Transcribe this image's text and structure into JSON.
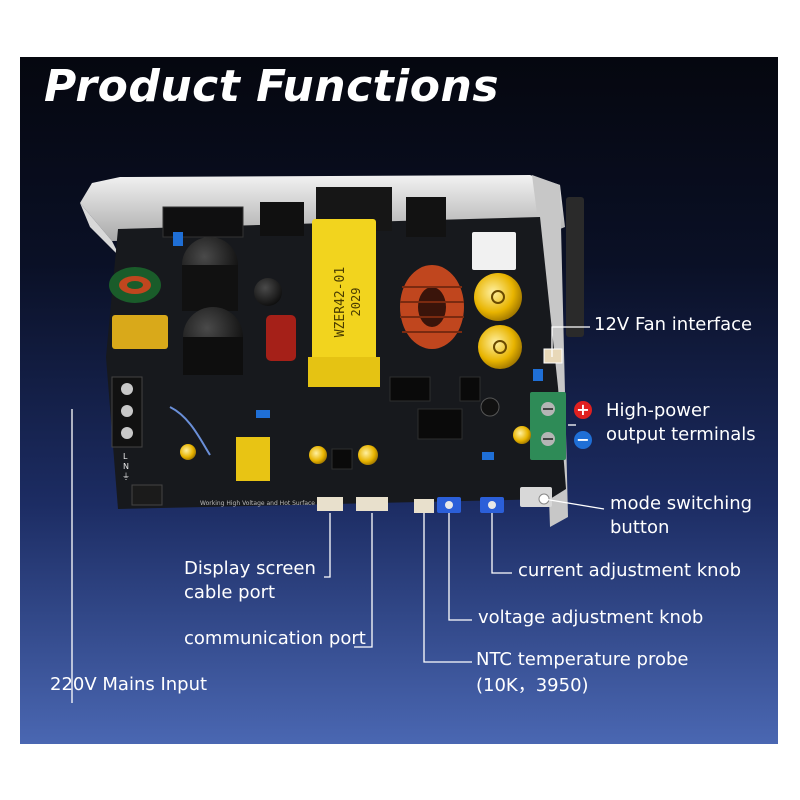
{
  "title": "Product Functions",
  "labels": {
    "fan": "12V Fan interface",
    "output_line1": "High-power",
    "output_line2": "output terminals",
    "plus_sign": "+",
    "minus_sign": "−",
    "mode_line1": "mode switching",
    "mode_line2": "button",
    "current_knob": "current adjustment knob",
    "display_line1": "Display screen",
    "display_line2": "cable port",
    "voltage_knob": "voltage adjustment knob",
    "communication": "communication port",
    "ntc_line1": "NTC temperature probe",
    "ntc_line2": "(10K，3950)",
    "mains": "220V Mains Input"
  },
  "board_text": {
    "transformer_code": "WZER42-01",
    "transformer_date": "2029",
    "terminal_letters": [
      "L",
      "N",
      "⏚"
    ],
    "silkscreen": "Working High Voltage and Hot Surface"
  },
  "colors": {
    "plus_badge": "#e02020",
    "minus_badge": "#1f6fd6",
    "pcb": "#17191d",
    "transformer": "#f2d41e",
    "inductor_copper": "#c0461e",
    "terminal_green": "#2e8b57",
    "knob_blue": "#2b5fd9"
  }
}
